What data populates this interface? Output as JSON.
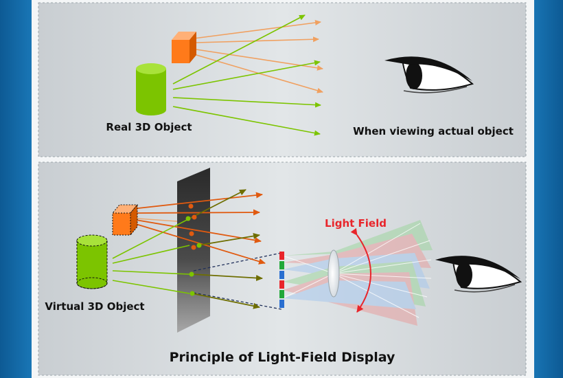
{
  "top_panel": {
    "object_label": "Real 3D Object",
    "viewer_label": "When viewing actual object"
  },
  "bottom_panel": {
    "object_label": "Virtual 3D Object",
    "light_field_label": "Light Field",
    "caption": "Principle of Light-Field Display"
  },
  "colors": {
    "background": "#1a78b8",
    "panel": "#d7dcdf",
    "cube_orange": "#ff7a1a",
    "cylinder_green": "#7cc400",
    "ray_orange": "#f0a060",
    "ray_green": "#7cc400",
    "ray_dark_orange": "#e05a10",
    "ray_olive": "#6e6e00",
    "light_field_red": "#e8252b"
  }
}
